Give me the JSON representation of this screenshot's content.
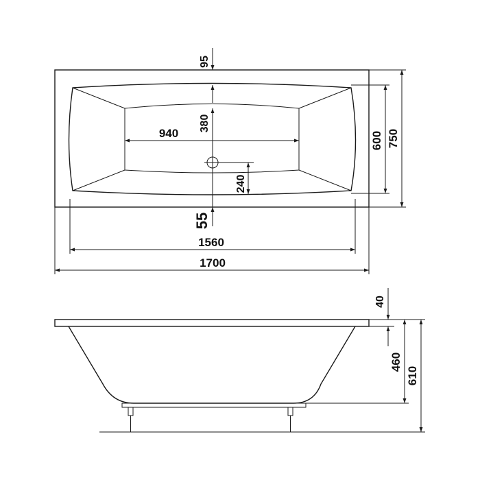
{
  "top_view": {
    "width_outer": "1700",
    "width_inner": "1560",
    "height_outer": "750",
    "height_inner": "600",
    "bottom_width": "940",
    "bottom_depth": "380",
    "drain_offset": "240",
    "rim_top": "95",
    "rim_bottom": "55"
  },
  "side_view": {
    "rim_thickness": "40",
    "tub_depth": "460",
    "total_height": "610"
  },
  "colors": {
    "line": "#1a1a1a",
    "background": "#ffffff"
  }
}
